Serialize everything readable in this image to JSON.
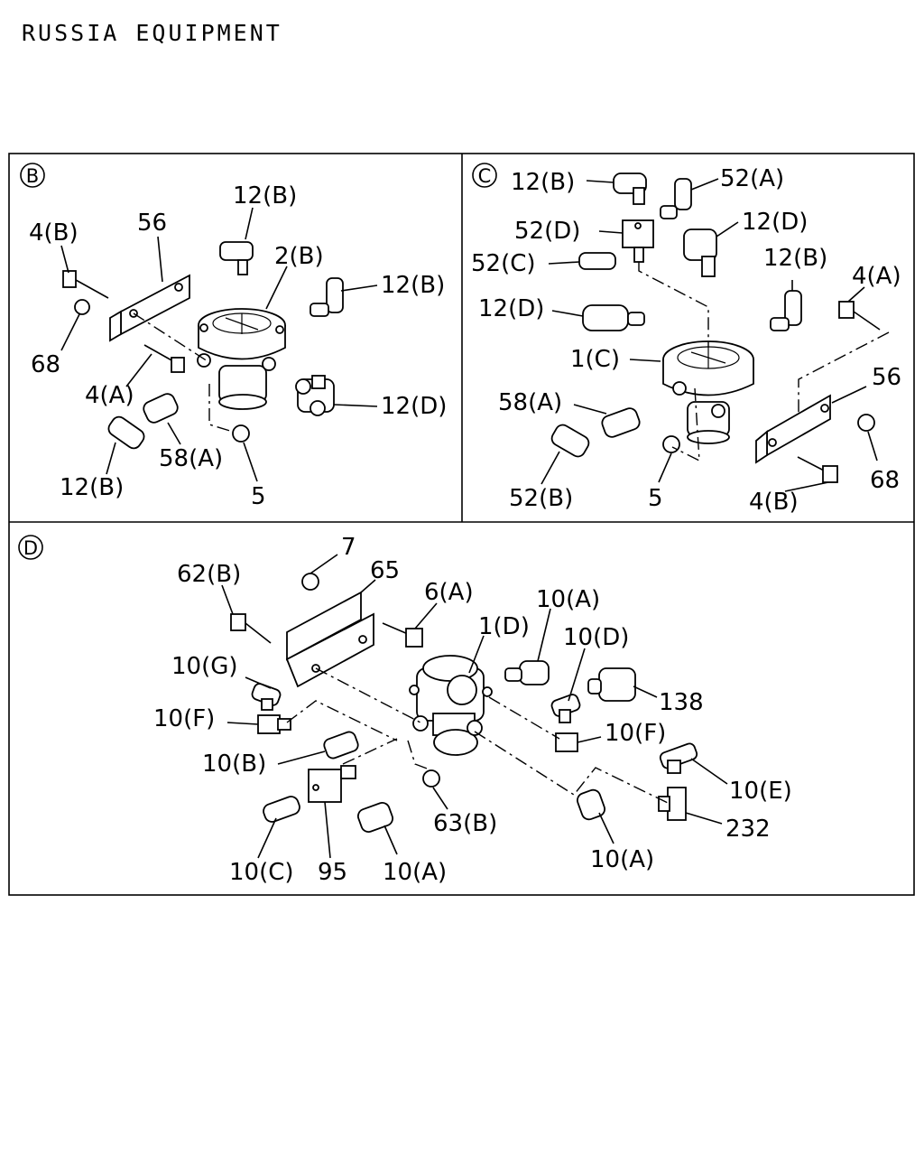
{
  "header": {
    "title": "RUSSIA EQUIPMENT"
  },
  "sections": {
    "B": {
      "marker": "B",
      "labels": {
        "p12b_top": "12(B)",
        "p2b": "2(B)",
        "p56": "56",
        "p4b": "4(B)",
        "p12b_right": "12(B)",
        "p68": "68",
        "p4a": "4(A)",
        "p12d": "12(D)",
        "p58a": "58(A)",
        "p12b_bottom": "12(B)",
        "p5": "5"
      }
    },
    "C": {
      "marker": "C",
      "labels": {
        "p12b_top": "12(B)",
        "p52a": "52(A)",
        "p52d": "52(D)",
        "p12d_top": "12(D)",
        "p52c": "52(C)",
        "p12b_right": "12(B)",
        "p4a": "4(A)",
        "p12d_left": "12(D)",
        "p1c": "1(C)",
        "p56": "56",
        "p58a": "58(A)",
        "p68": "68",
        "p52b": "52(B)",
        "p5": "5",
        "p4b": "4(B)"
      }
    },
    "D": {
      "marker": "D",
      "labels": {
        "p7": "7",
        "p62b": "62(B)",
        "p65": "65",
        "p6a": "6(A)",
        "p10a_top": "10(A)",
        "p1d": "1(D)",
        "p10d": "10(D)",
        "p10g": "10(G)",
        "p138": "138",
        "p10f_left": "10(F)",
        "p10f_right": "10(F)",
        "p10b": "10(B)",
        "p10e": "10(E)",
        "p63b": "63(B)",
        "p232": "232",
        "p10c": "10(C)",
        "p95": "95",
        "p10a_bottom": "10(A)",
        "p10a_right": "10(A)"
      }
    }
  }
}
